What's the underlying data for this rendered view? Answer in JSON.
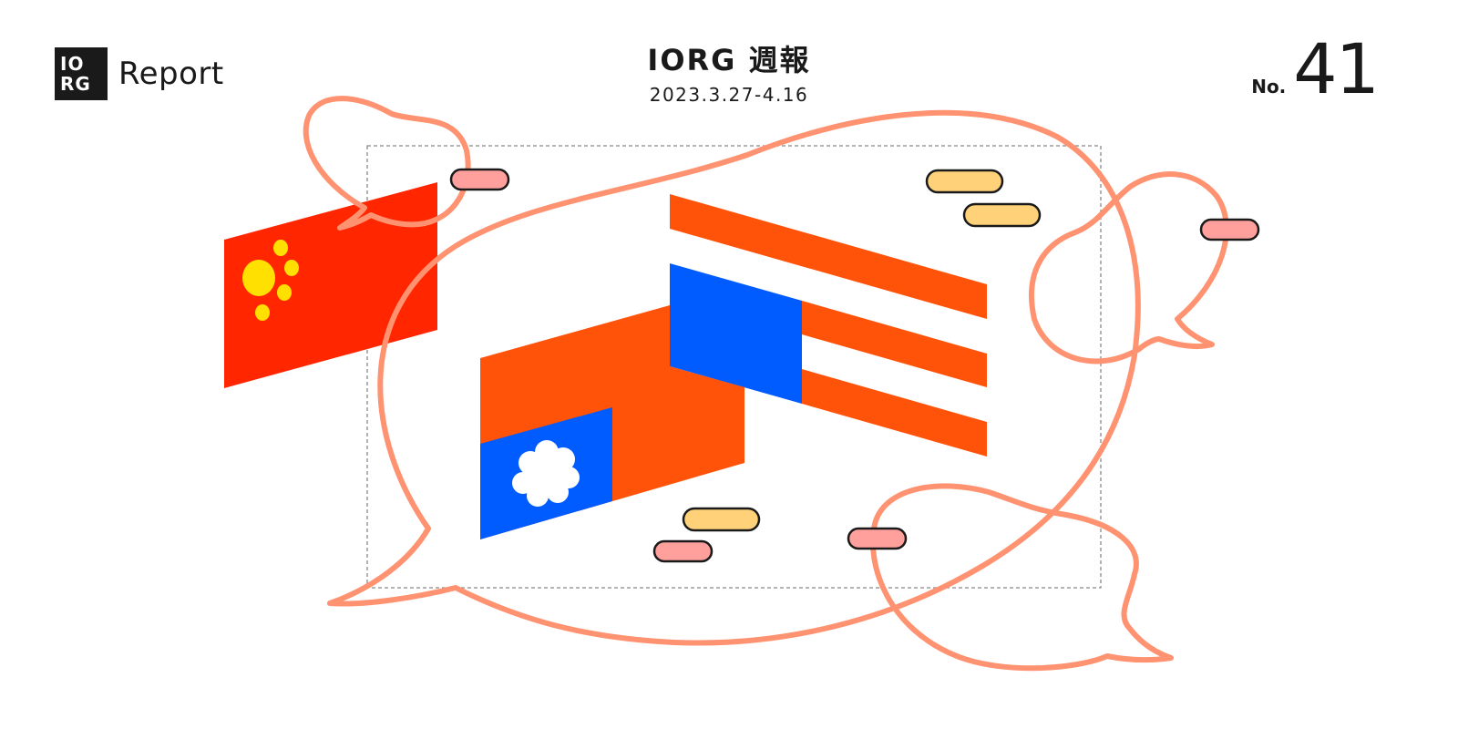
{
  "brand": {
    "mark_line1": "IO",
    "mark_line2": "RG",
    "name": "Report"
  },
  "header": {
    "title": "IORG 週報",
    "date_range": "2023.3.27-4.16"
  },
  "issue": {
    "prefix": "No.",
    "number": "41"
  },
  "colors": {
    "ink": "#1a1a1a",
    "bubble_outline": "#ff9270",
    "prc_red": "#ff2600",
    "prc_star_yellow": "#ffe000",
    "us_orange": "#ff530a",
    "us_blue": "#005cff",
    "pill_pink": "#ffa09c",
    "pill_amber": "#ffd27a",
    "frame_gray": "#888888"
  }
}
